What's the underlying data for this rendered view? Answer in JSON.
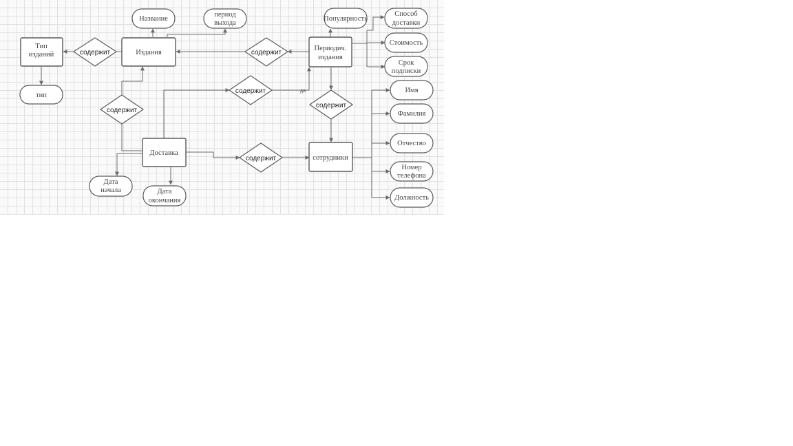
{
  "diagram": {
    "entities": {
      "tip_izdaniy": [
        "Тип",
        "изданий"
      ],
      "izdaniya": [
        "Издания"
      ],
      "periodich": [
        "Периодич.",
        "издания"
      ],
      "dostavka": [
        "Доставка"
      ],
      "sotrudniki": [
        "сотрудники"
      ]
    },
    "attributes": {
      "tip": [
        "тип"
      ],
      "nazvanie": [
        "Название"
      ],
      "period_vyhoda": [
        "период",
        "выхода"
      ],
      "populyarnost": [
        "Популярность"
      ],
      "sposob_dostavki": [
        "Способ",
        "доставки"
      ],
      "stoimost": [
        "Стоимость"
      ],
      "srok_podpiski": [
        "Срок",
        "подписки"
      ],
      "imya": [
        "Имя"
      ],
      "familiya": [
        "Фамилия"
      ],
      "otchestvo": [
        "Отчество"
      ],
      "nomer_telefona": [
        "Номер",
        "телефона"
      ],
      "dolzhnost": [
        "Должность"
      ],
      "data_nachala": [
        "Дата",
        "начала"
      ],
      "data_okonchaniya": [
        "Дата",
        "окончания"
      ]
    },
    "relationships": {
      "rel_tip": "содержит",
      "rel_period": "содержит",
      "rel_dostavka_izd": "содержит",
      "rel_dostavka_period": "содержит",
      "rel_period_sotr": "содержит",
      "rel_dostavka_sotr": "содержит"
    },
    "edge_label": "да"
  }
}
